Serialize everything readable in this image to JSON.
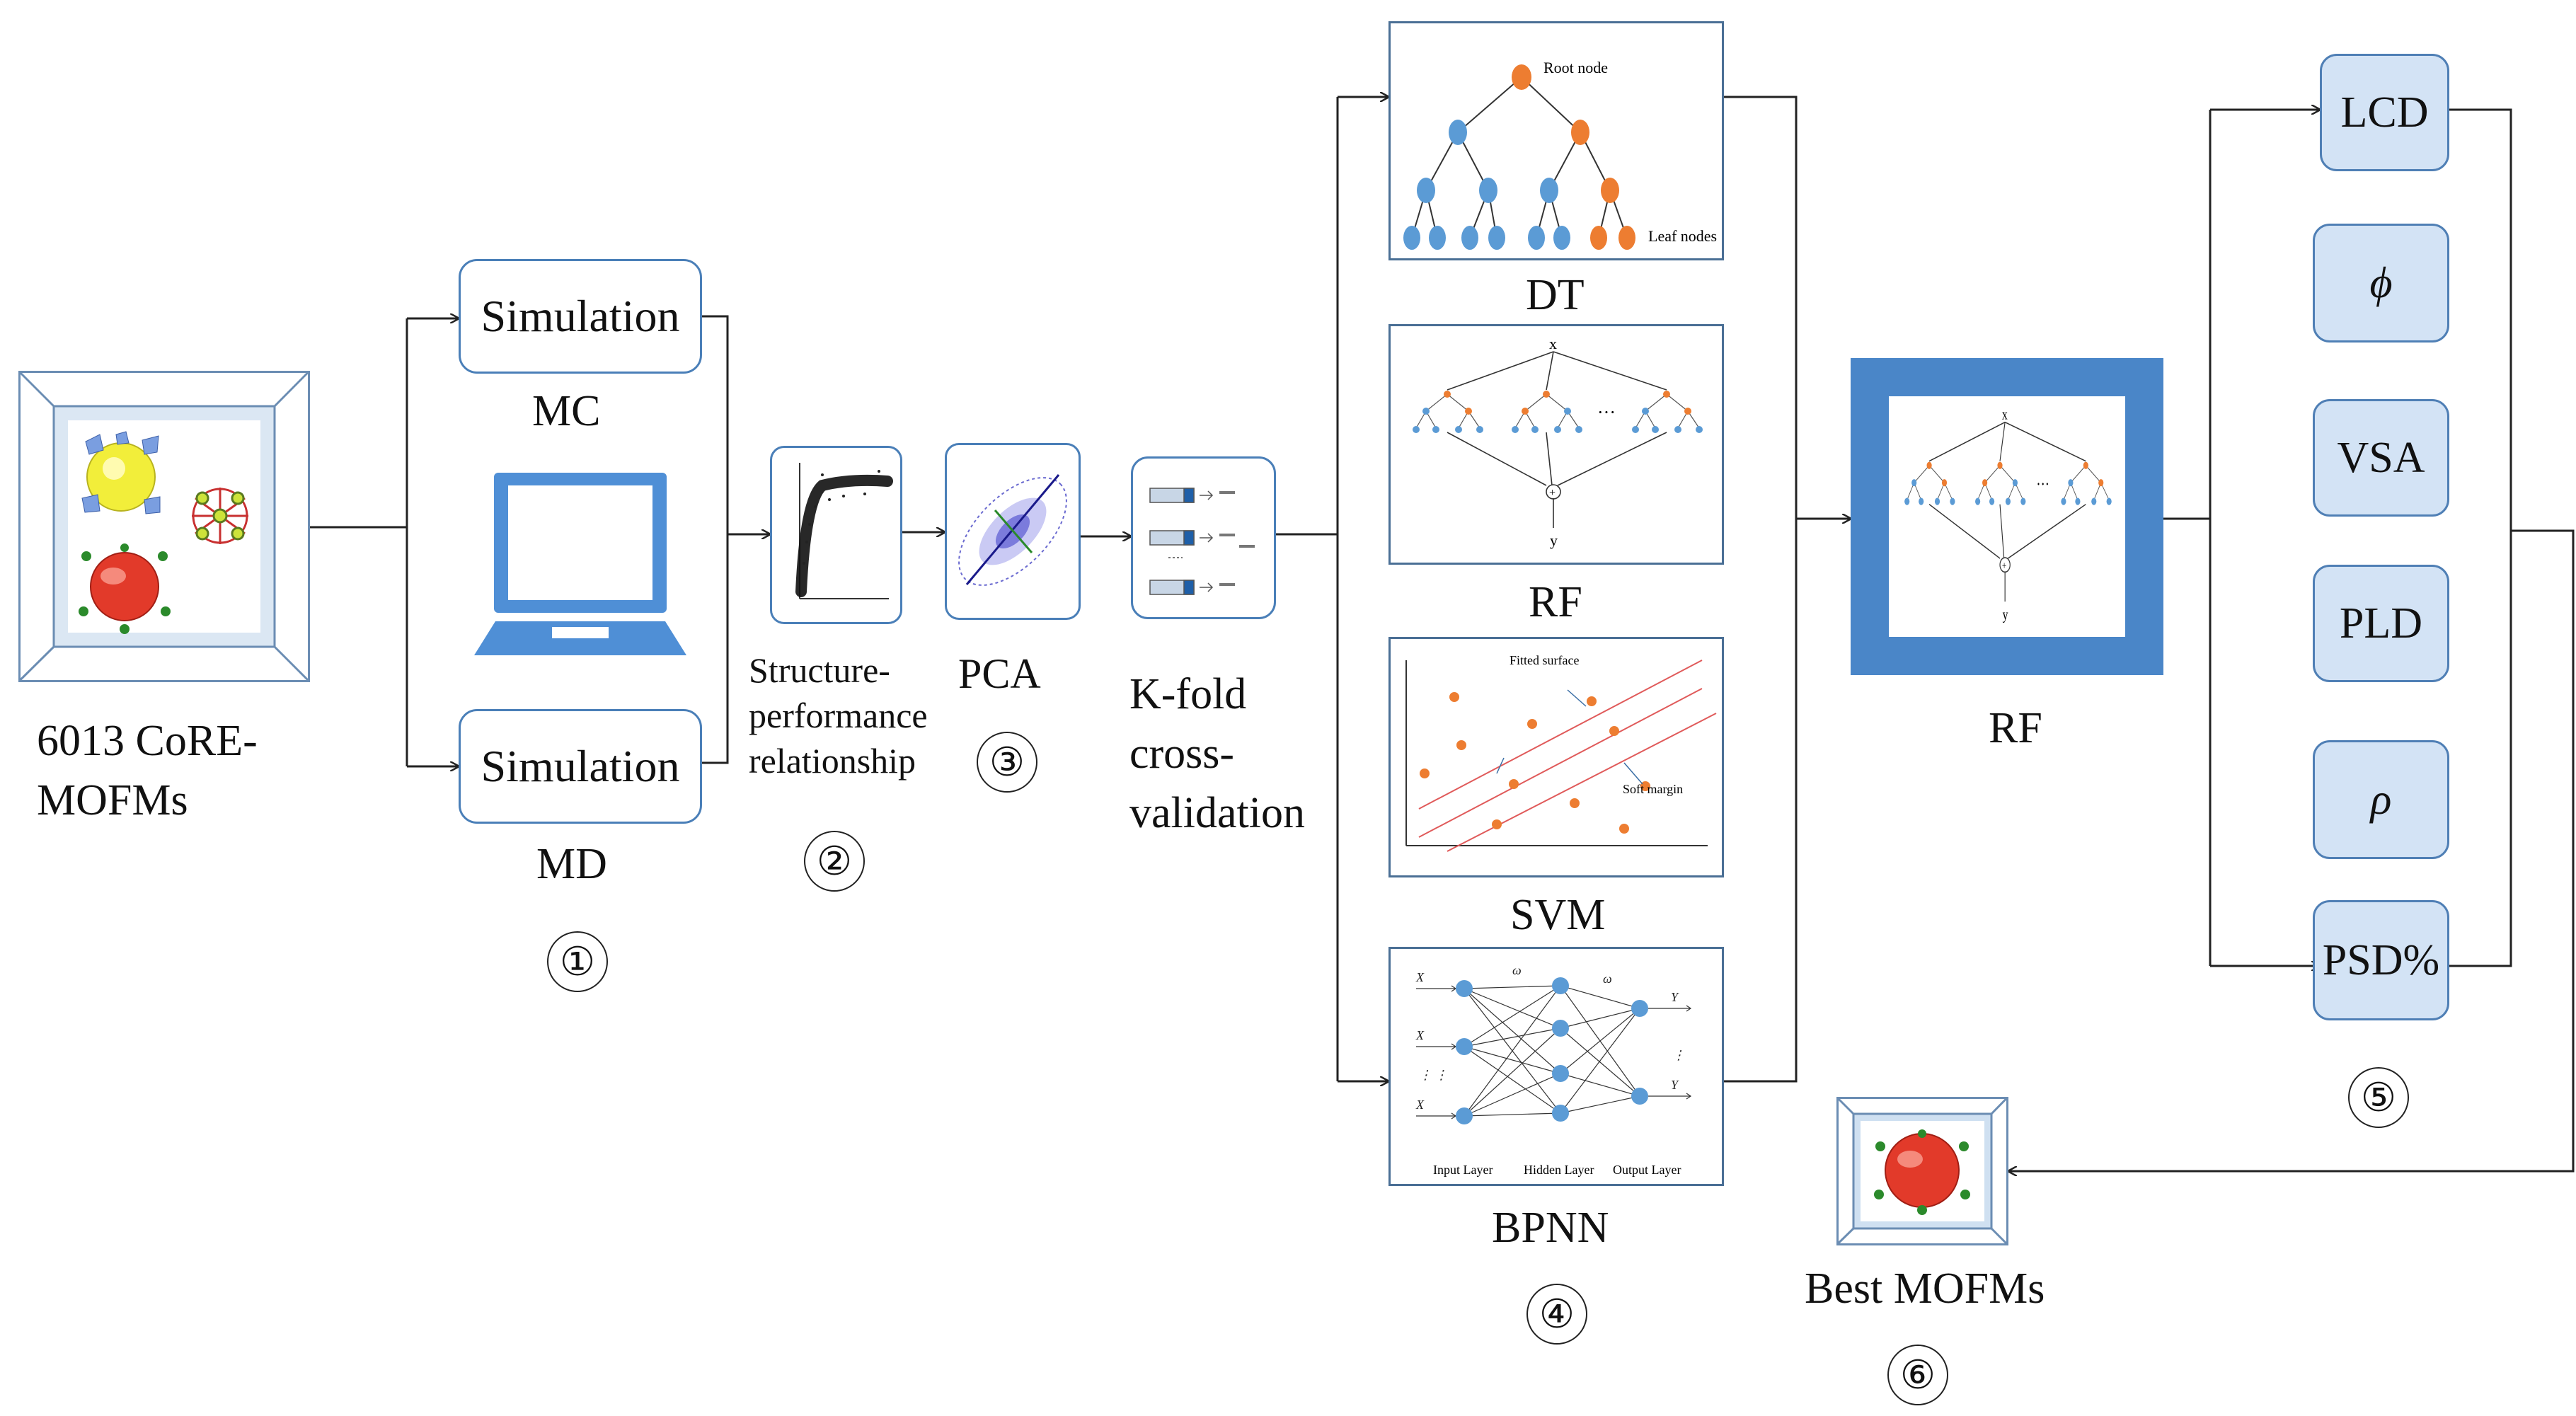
{
  "inputs": {
    "mofs_label_line1": "6013 CoRE-",
    "mofs_label_line2": "MOFMs"
  },
  "simulation": {
    "mc_button": "Simulation",
    "mc_label": "MC",
    "md_button": "Simulation",
    "md_label": "MD",
    "step": "①"
  },
  "relationship": {
    "line1": "Structure-",
    "line2": "performance",
    "line3": "relationship",
    "step": "②"
  },
  "pca": {
    "label": "PCA",
    "step": "③"
  },
  "kfold": {
    "line1": "K-fold",
    "line2": "cross-",
    "line3": "validation"
  },
  "models": {
    "dt": "DT",
    "rf": "RF",
    "svm": "SVM",
    "bpnn": "BPNN",
    "step": "④",
    "dt_root": "Root node",
    "dt_leaf": "Leaf nodes",
    "svm_fitted": "Fitted surface",
    "svm_margin": "Soft margin",
    "bpnn_input": "Input Layer",
    "bpnn_hidden": "Hidden Layer",
    "bpnn_output": "Output Layer"
  },
  "best_model": {
    "label": "RF"
  },
  "features": {
    "items": [
      "LCD",
      "ϕ",
      "VSA",
      "PLD",
      "ρ",
      "PSD%"
    ],
    "step": "⑤"
  },
  "result": {
    "label": "Best MOFMs",
    "step": "⑥"
  },
  "colors": {
    "accent": "#4a86c8",
    "node_blue": "#5b9bd5",
    "node_orange": "#ed7d31",
    "feature_fill": "#d3e3f5"
  }
}
